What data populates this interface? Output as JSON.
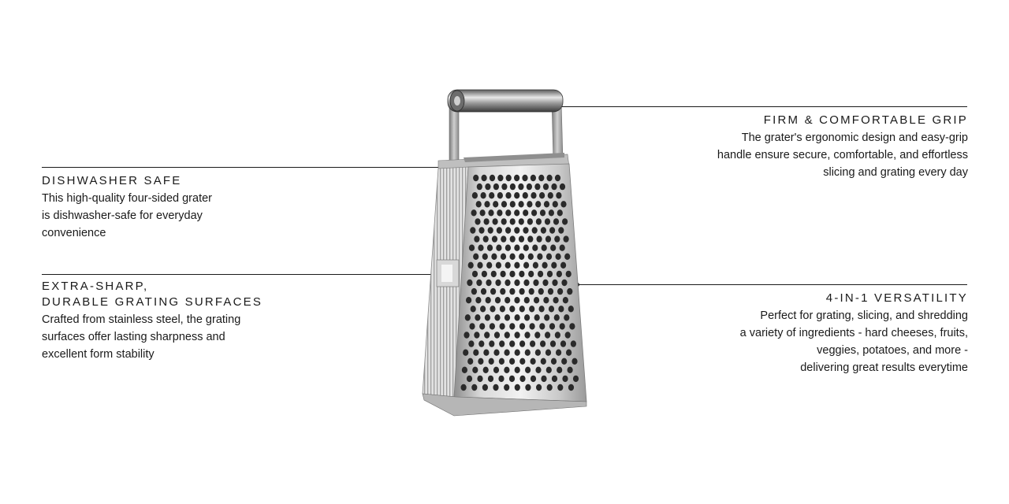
{
  "features": {
    "grip": {
      "title": "FIRM & COMFORTABLE GRIP",
      "lines": [
        "The grater's ergonomic design and easy-grip",
        "handle ensure secure, comfortable, and effortless",
        "slicing and grating every day"
      ]
    },
    "dishwasher": {
      "title": "DISHWASHER SAFE",
      "lines": [
        "This high-quality four-sided grater",
        "is dishwasher-safe for everyday",
        "convenience"
      ]
    },
    "sharp": {
      "title_lines": [
        "EXTRA-SHARP,",
        "DURABLE GRATING SURFACES"
      ],
      "lines": [
        "Crafted from stainless steel, the grating",
        "surfaces offer lasting sharpness and",
        "excellent form stability"
      ]
    },
    "versatility": {
      "title": "4-IN-1 VERSATILITY",
      "lines": [
        "Perfect for grating, slicing, and shredding",
        "a variety of ingredients - hard cheeses, fruits,",
        "veggies, potatoes, and more -",
        "delivering great results everytime"
      ]
    }
  },
  "product": {
    "icon": "box-grater-image"
  }
}
